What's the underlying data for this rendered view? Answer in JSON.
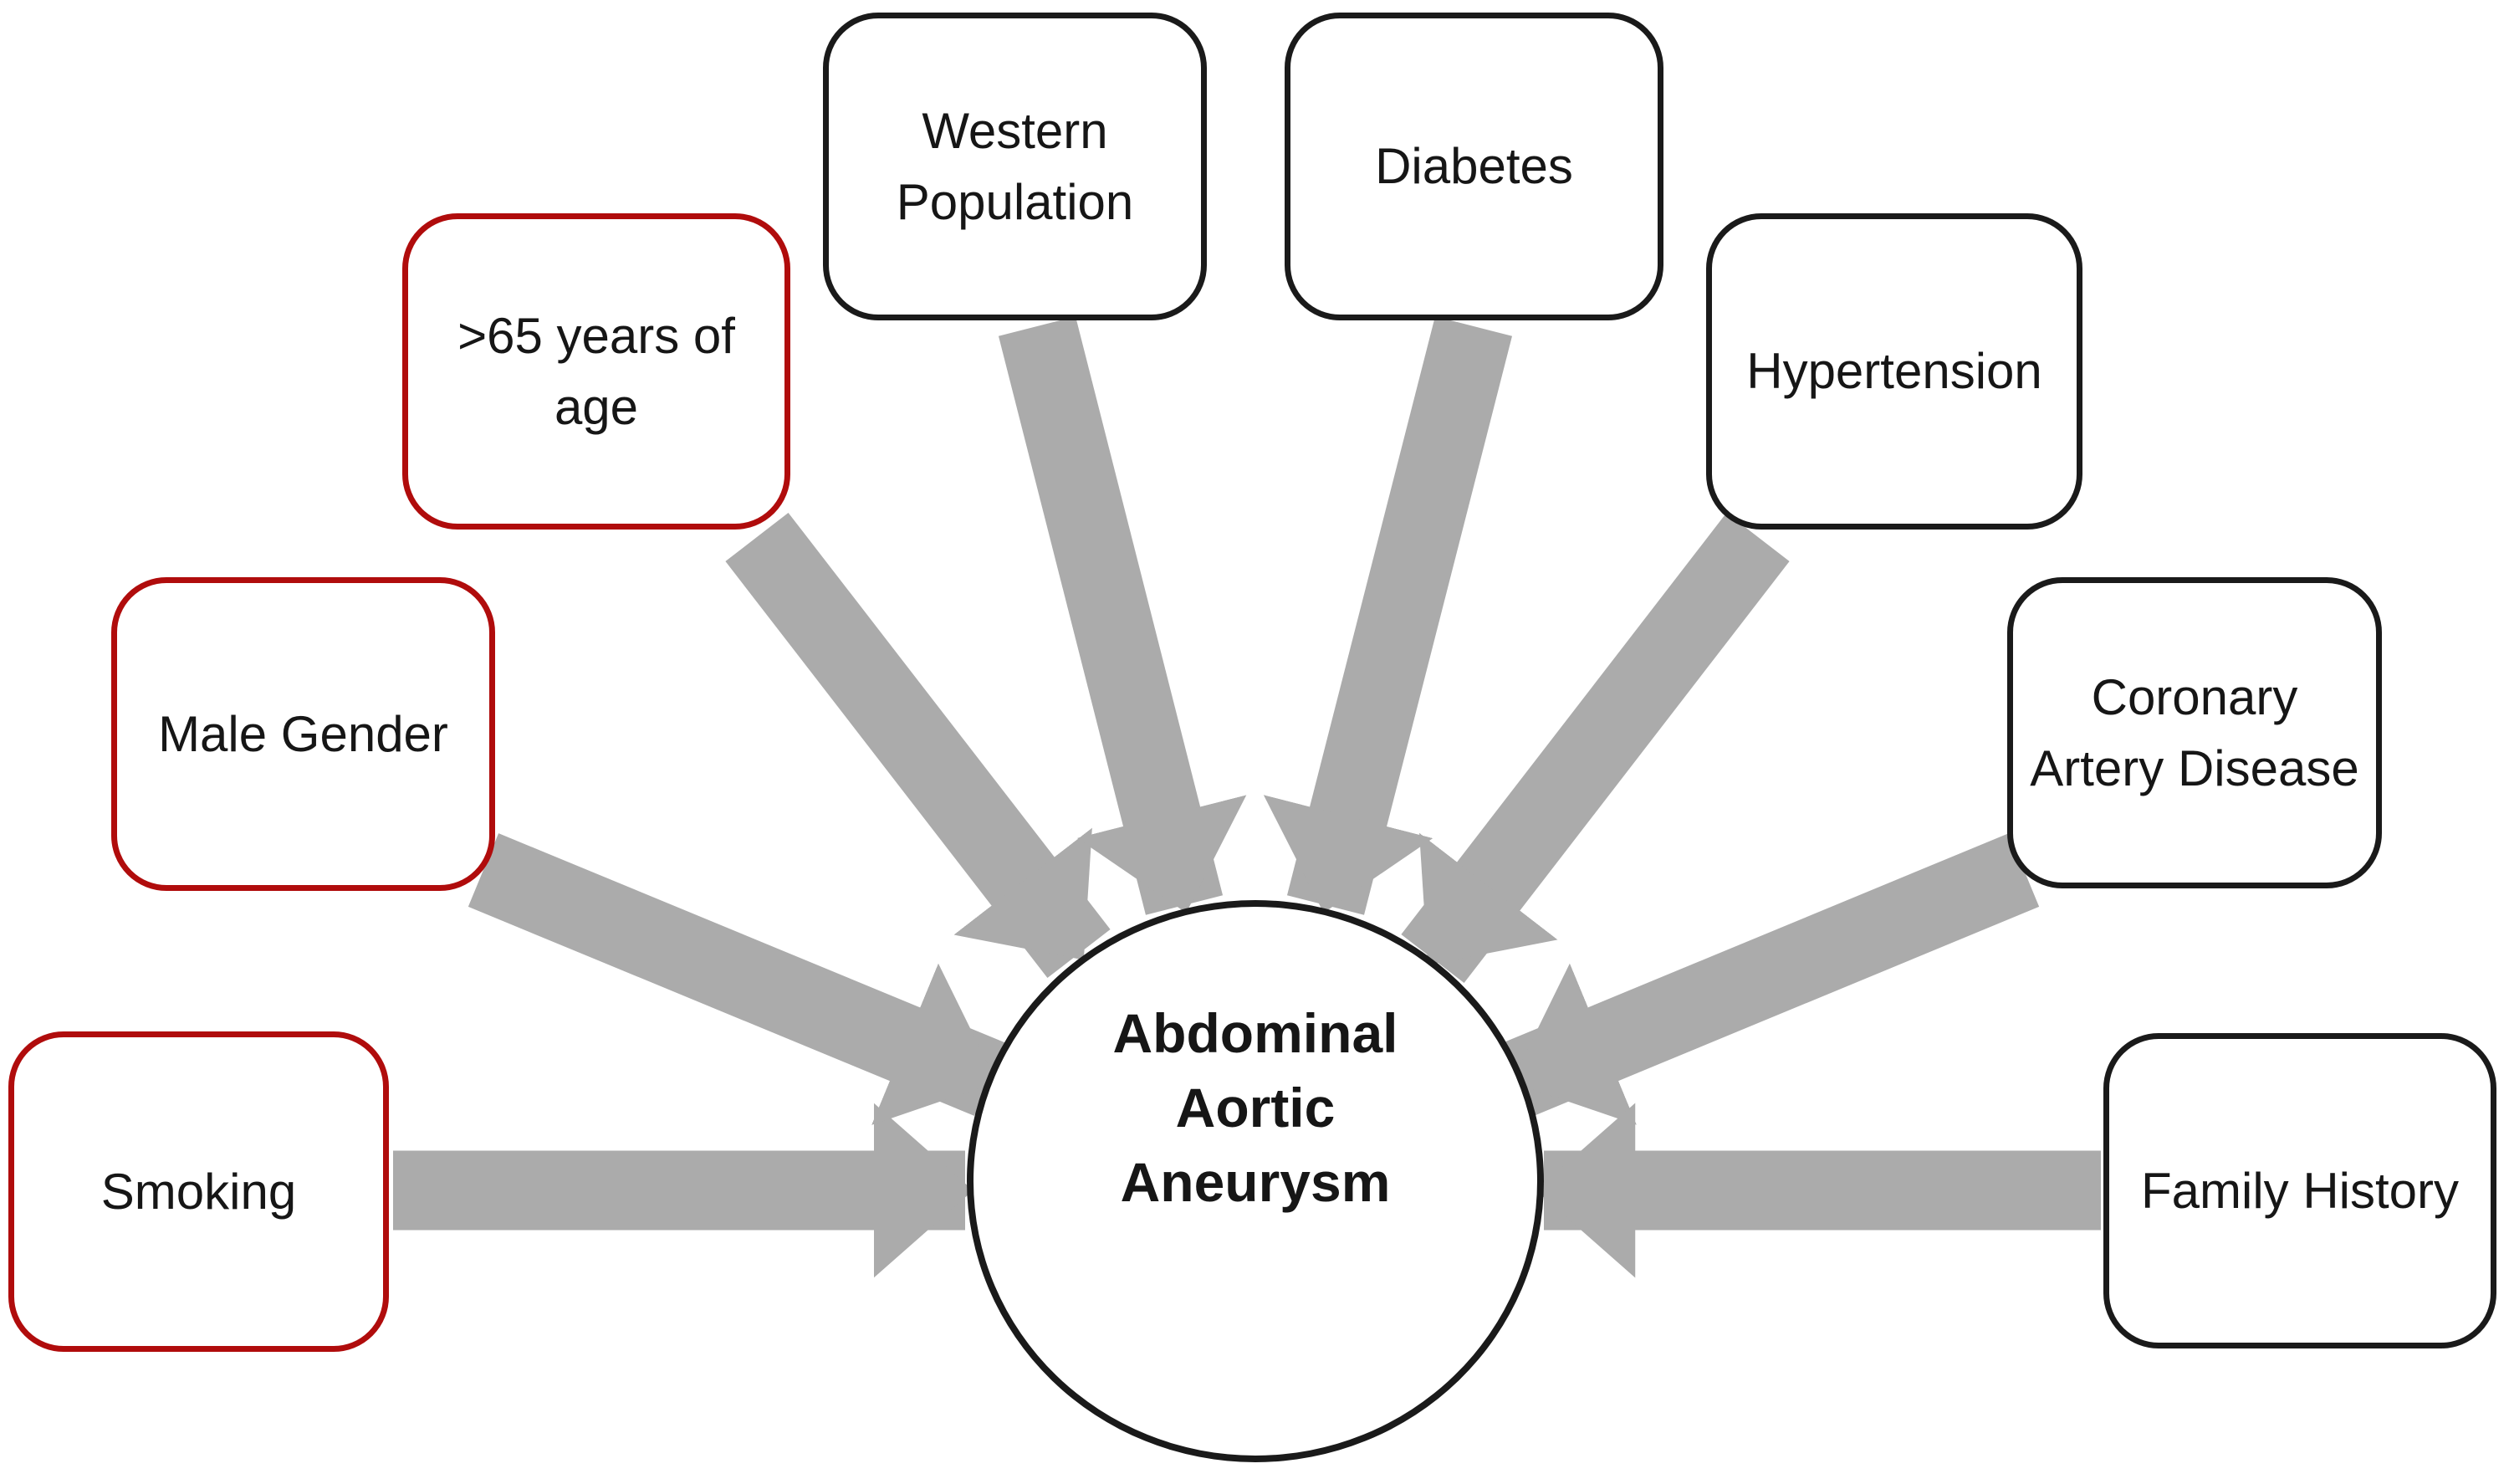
{
  "diagram": {
    "center": {
      "label": "Abdominal\nAortic\nAneurysm"
    },
    "risk_factors": [
      {
        "id": "smoking",
        "label": "Smoking",
        "border": "red"
      },
      {
        "id": "male-gender",
        "label": "Male Gender",
        "border": "red"
      },
      {
        "id": "age-over-65",
        "label": ">65 years of age",
        "border": "red"
      },
      {
        "id": "western-population",
        "label": "Western Population",
        "border": "black"
      },
      {
        "id": "diabetes",
        "label": "Diabetes",
        "border": "black"
      },
      {
        "id": "hypertension",
        "label": "Hypertension",
        "border": "black"
      },
      {
        "id": "coronary-artery-disease",
        "label": "Coronary Artery Disease",
        "border": "black"
      },
      {
        "id": "family-history",
        "label": "Family History",
        "border": "black"
      }
    ],
    "colors": {
      "red_border": "#B00C0C",
      "black_border": "#1A1A1A",
      "arrow_gray": "#ABABAB",
      "text": "#161616",
      "background": "#FFFFFF"
    }
  }
}
